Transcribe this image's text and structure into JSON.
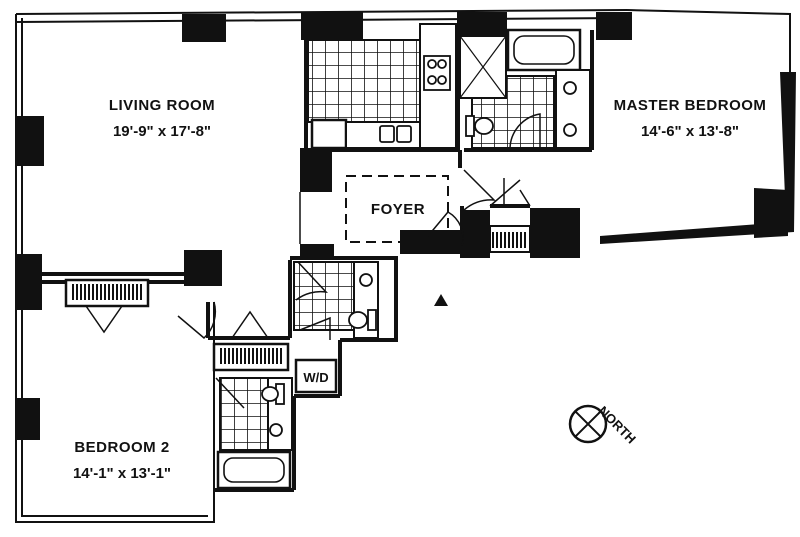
{
  "rooms": {
    "living": {
      "name": "LIVING ROOM",
      "dims": "19'-9\" x 17'-8\""
    },
    "master": {
      "name": "MASTER BEDROOM",
      "dims": "14'-6\" x 13'-8\""
    },
    "bedroom2": {
      "name": "BEDROOM 2",
      "dims": "14'-1\" x 13'-1\""
    },
    "foyer": {
      "name": "FOYER"
    },
    "laundry": {
      "name": "W/D"
    }
  },
  "compass": {
    "label": "NORTH"
  },
  "colors": {
    "ink": "#111111",
    "paper": "#ffffff"
  }
}
